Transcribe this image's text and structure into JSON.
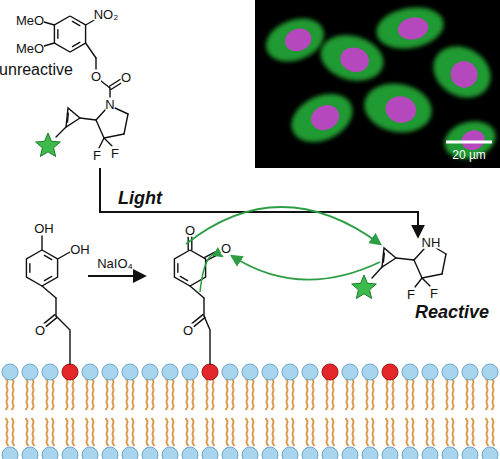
{
  "diagram": {
    "labels": [
      "MeO",
      "MeO",
      "NO₂",
      "unreactive",
      "O",
      "O",
      "N",
      "F",
      "F",
      "Light",
      "OH",
      "OH",
      "O",
      "NaIO₄",
      "O",
      "O",
      "O",
      "NH",
      "F",
      "F",
      "Reactive",
      "20 µm"
    ]
  }
}
